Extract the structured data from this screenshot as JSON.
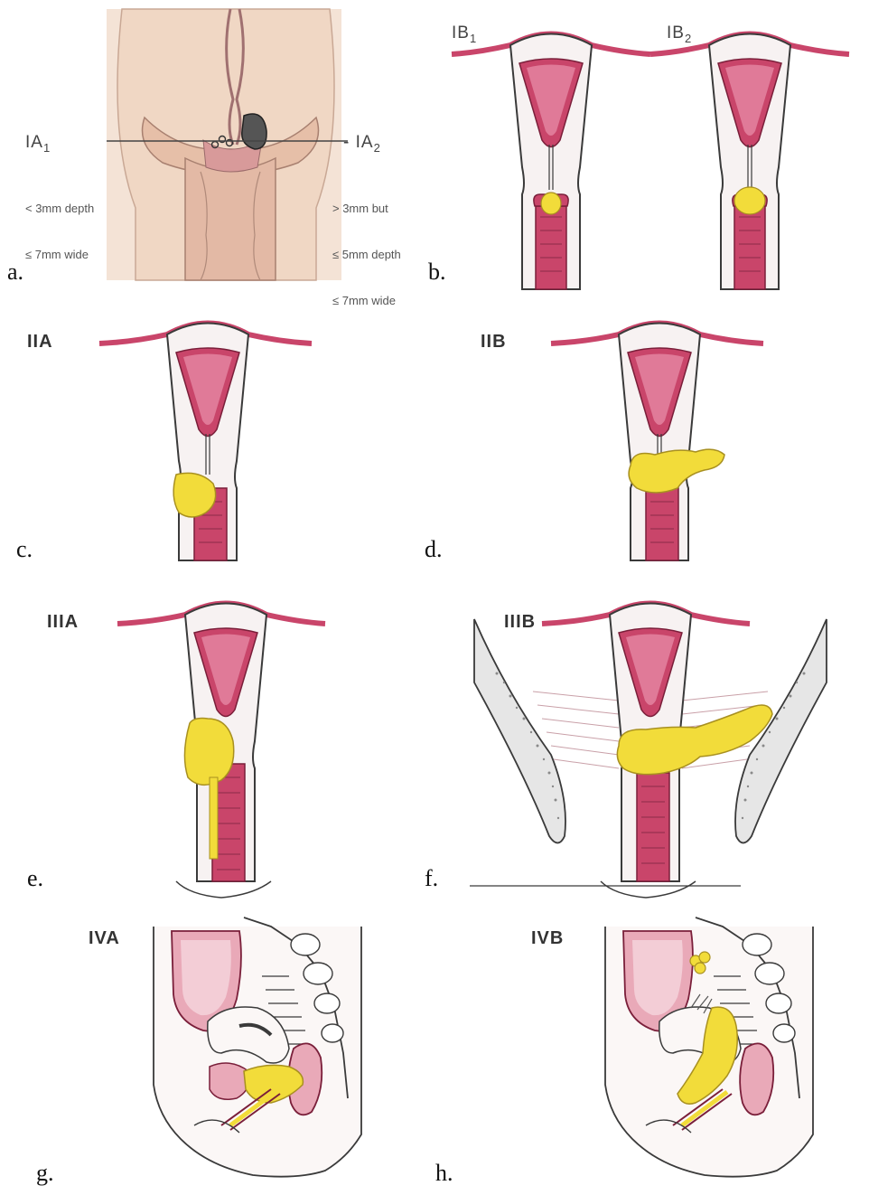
{
  "panels": {
    "a": {
      "letter": "a.",
      "left_label": "IA",
      "left_sub": "1",
      "right_label": "- IA",
      "right_sub": "2",
      "left_note": [
        "< 3mm depth",
        "≤ 7mm wide"
      ],
      "right_note": [
        "> 3mm but",
        "≤ 5mm depth",
        "≤ 7mm wide"
      ]
    },
    "b": {
      "letter": "b.",
      "stage1": "IB",
      "stage1_sub": "1",
      "stage2": "IB",
      "stage2_sub": "2"
    },
    "c": {
      "letter": "c.",
      "stage": "IIA"
    },
    "d": {
      "letter": "d.",
      "stage": "IIB"
    },
    "e": {
      "letter": "e.",
      "stage": "IIIA"
    },
    "f": {
      "letter": "f.",
      "stage": "IIIB"
    },
    "g": {
      "letter": "g.",
      "stage": "IVA"
    },
    "h": {
      "letter": "h.",
      "stage": "IVB"
    }
  },
  "colors": {
    "tissue_pink": "#c9456a",
    "tumor_yellow": "#f2dc3a",
    "outline": "#3a3a3a",
    "bone_gray": "#9a9a9a"
  }
}
